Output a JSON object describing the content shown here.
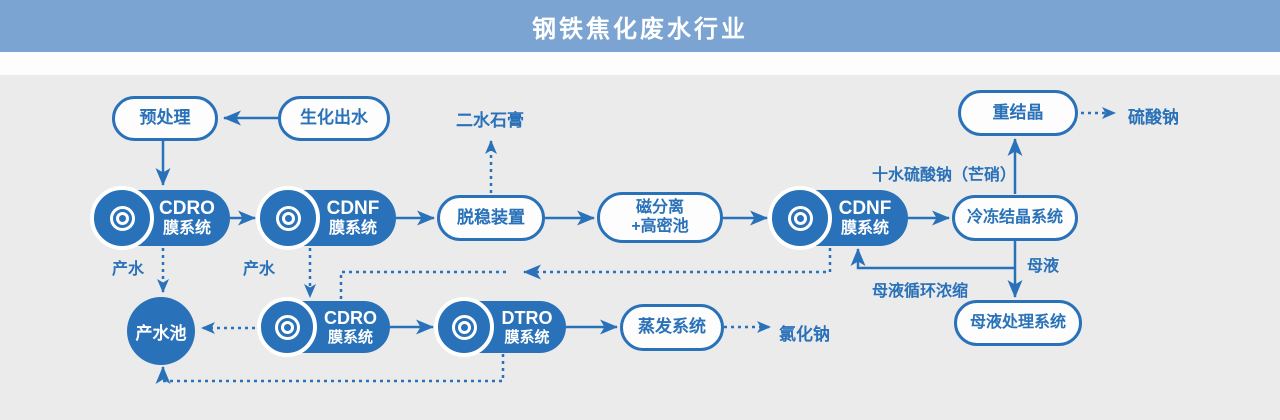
{
  "header": {
    "title": "钢铁焦化废水行业"
  },
  "colors": {
    "header_bg": "#7ba4d2",
    "primary_blue": "#2971b8",
    "canvas_bg": "#ebebec",
    "node_fill_white": "#fdfdfd"
  },
  "nodes": {
    "pretreatment": {
      "label": "预处理"
    },
    "bio_effluent": {
      "label": "生化出水"
    },
    "cdro1": {
      "title": "CDRO",
      "subtitle": "膜系统"
    },
    "cdnf1": {
      "title": "CDNF",
      "subtitle": "膜系统"
    },
    "destabilizer": {
      "label": "脱稳装置"
    },
    "mag_separation": {
      "line1": "磁分离",
      "line2": "+高密池"
    },
    "cdnf2": {
      "title": "CDNF",
      "subtitle": "膜系统"
    },
    "freeze_cryst": {
      "label": "冷冻结晶系统"
    },
    "recrystallization": {
      "label": "重结晶"
    },
    "mother_liquor_sys": {
      "label": "母液处理系统"
    },
    "product_pool": {
      "label": "产水池"
    },
    "cdro2": {
      "title": "CDRO",
      "subtitle": "膜系统"
    },
    "dtro": {
      "title": "DTRO",
      "subtitle": "膜系统"
    },
    "evaporation": {
      "label": "蒸发系统"
    }
  },
  "flow_labels": {
    "gypsum": "二水石膏",
    "sodium_sulfate": "硫酸钠",
    "glauber_salt": "十水硫酸钠（芒硝）",
    "mother_liquor": "母液",
    "mother_liquor_recycle": "母液循环浓缩",
    "product_water_left": "产水",
    "product_water_right": "产水",
    "sodium_chloride": "氯化钠"
  }
}
